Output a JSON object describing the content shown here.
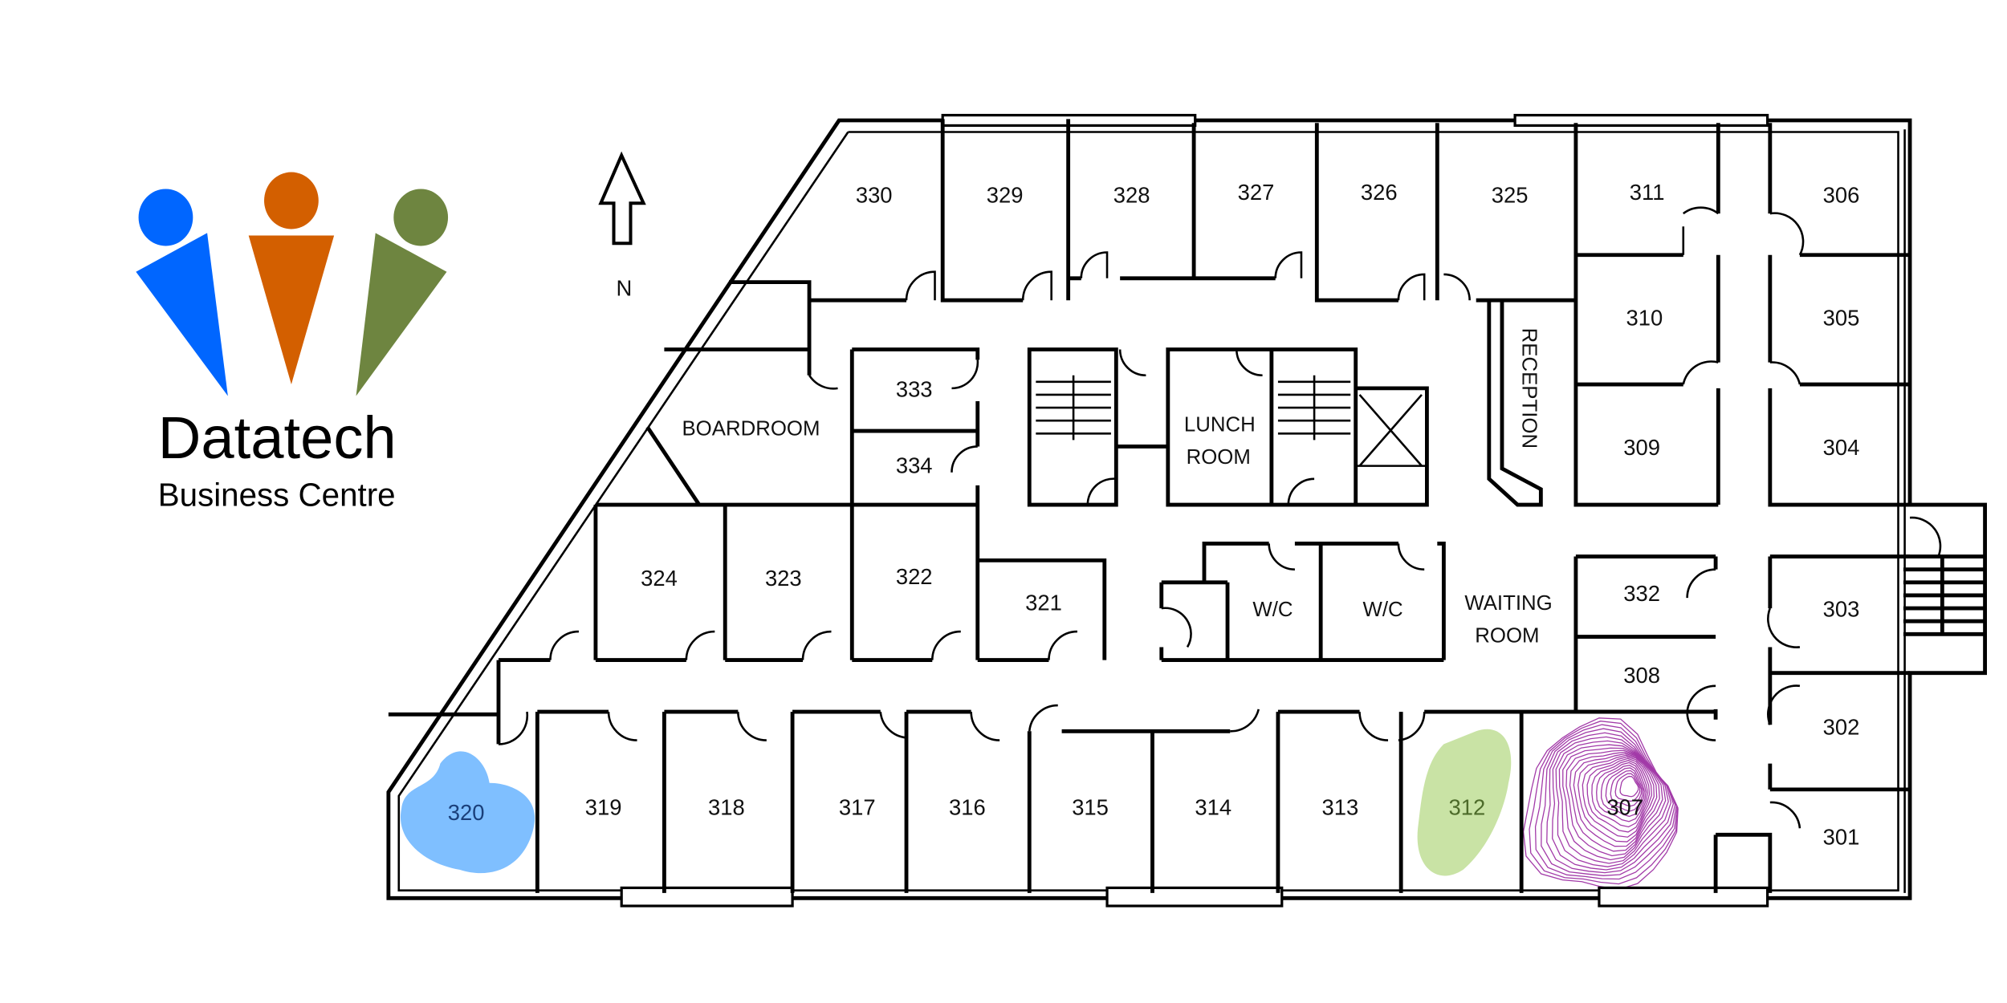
{
  "logo": {
    "title": "Datatech",
    "subtitle": "Business Centre",
    "colors": [
      "#0066ff",
      "#d35f00",
      "#6e8540"
    ]
  },
  "compass": {
    "label": "N"
  },
  "rooms": [
    "330",
    "329",
    "328",
    "327",
    "326",
    "325",
    "311",
    "306",
    "310",
    "305",
    "309",
    "304",
    "333",
    "334",
    "324",
    "323",
    "322",
    "321",
    "332",
    "308",
    "303",
    "302",
    "301",
    "320",
    "319",
    "318",
    "317",
    "316",
    "315",
    "314",
    "313",
    "312",
    "307"
  ],
  "named_rooms": {
    "boardroom": "BOARDROOM",
    "lunch1": "LUNCH",
    "lunch2": "ROOM",
    "reception": "RECEPTION",
    "wc1": "W/C",
    "wc2": "W/C",
    "waiting1": "WAITING",
    "waiting2": "ROOM"
  },
  "highlights": {
    "room_320": "#7fbfff",
    "room_312": "#c9e3a5",
    "room_307": "#a23aa8"
  }
}
